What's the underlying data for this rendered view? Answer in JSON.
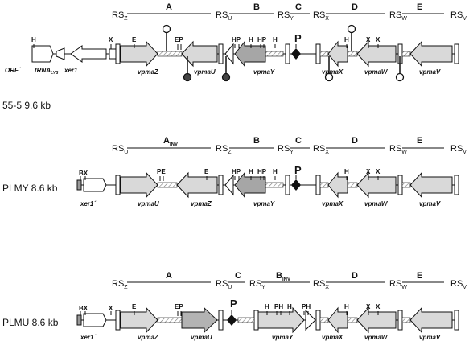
{
  "rows": [
    {
      "id": "row-55-5",
      "label": "55-5 9.6 kb",
      "rs": [
        {
          "main": "RS",
          "sub": "Z"
        },
        {
          "main": "RS",
          "sub": "U"
        },
        {
          "main": "RS",
          "sub": "Y"
        },
        {
          "main": "RS",
          "sub": "X"
        },
        {
          "main": "RS",
          "sub": "W"
        },
        {
          "main": "RS",
          "sub": "V"
        }
      ],
      "segments": [
        {
          "main": "A",
          "sub": ""
        },
        {
          "main": "B",
          "sub": ""
        },
        {
          "main": "C",
          "sub": ""
        },
        {
          "main": "D",
          "sub": ""
        },
        {
          "main": "E",
          "sub": ""
        }
      ],
      "genes": [
        "vpmaZ",
        "vpmaU",
        "vpmaY",
        "vpmaX",
        "vpmaW",
        "vpmaV"
      ],
      "left_labels": {
        "orf": "ORF´",
        "trna_main": "tRNA",
        "trna_sub": "LYS",
        "xer": "xer1"
      },
      "promoter": "P"
    },
    {
      "id": "row-plmy",
      "label": "PLMY 8.6 kb",
      "rs": [
        {
          "main": "RS",
          "sub": "U"
        },
        {
          "main": "RS",
          "sub": "Z"
        },
        {
          "main": "RS",
          "sub": "Y"
        },
        {
          "main": "RS",
          "sub": "X"
        },
        {
          "main": "RS",
          "sub": "W"
        },
        {
          "main": "RS",
          "sub": "V"
        }
      ],
      "segments": [
        {
          "main": "A",
          "sub": "INV"
        },
        {
          "main": "B",
          "sub": ""
        },
        {
          "main": "C",
          "sub": ""
        },
        {
          "main": "D",
          "sub": ""
        },
        {
          "main": "E",
          "sub": ""
        }
      ],
      "genes": [
        "xer1´",
        "vpmaU",
        "vpmaZ",
        "vpmaY",
        "vpmaX",
        "vpmaW",
        "vpmaV"
      ],
      "promoter": "P"
    },
    {
      "id": "row-plmu",
      "label": "PLMU 8.6 kb",
      "rs": [
        {
          "main": "RS",
          "sub": "Z"
        },
        {
          "main": "RS",
          "sub": "U"
        },
        {
          "main": "RS",
          "sub": "Y"
        },
        {
          "main": "RS",
          "sub": "X"
        },
        {
          "main": "RS",
          "sub": "W"
        },
        {
          "main": "RS",
          "sub": "V"
        }
      ],
      "segments": [
        {
          "main": "A",
          "sub": ""
        },
        {
          "main": "C",
          "sub": ""
        },
        {
          "main": "B",
          "sub": "INV"
        },
        {
          "main": "D",
          "sub": ""
        },
        {
          "main": "E",
          "sub": ""
        }
      ],
      "genes": [
        "xer1´",
        "vpmaZ",
        "vpmaU",
        "vpmaY",
        "vpmaX",
        "vpmaW",
        "vpmaV"
      ],
      "promoter": "P"
    }
  ],
  "sites": {
    "H": "H",
    "X": "X",
    "E": "E",
    "P": "P",
    "EP": "EP",
    "PE": "PE",
    "HP": "HP",
    "PH": "PH",
    "BX": "BX"
  },
  "colors": {
    "arrow_light": "#d9d9d9",
    "arrow_dark": "#a6a6a6",
    "line": "#111111",
    "hatch": "#9a9a9a"
  }
}
